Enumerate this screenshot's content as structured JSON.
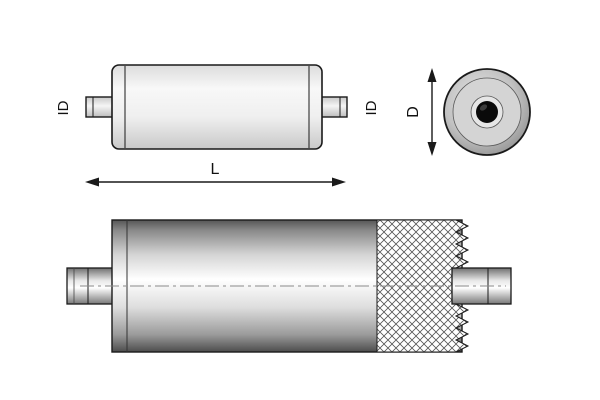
{
  "diagram": {
    "type": "technical-drawing",
    "subject": "muffler-silencer",
    "views": {
      "side_view": "muffler side elevation with inlet and outlet pipes",
      "end_view": "muffler circular end cross-section",
      "section_view": "muffler rendered section with hatched cutaway"
    },
    "labels": {
      "inlet_id": "ID",
      "outlet_id": "ID",
      "length": "L",
      "diameter": "D"
    },
    "colors": {
      "outline": "#1a1a1a",
      "background": "#ffffff",
      "body_light": "#fafafa",
      "body_mid": "#d8d8d8",
      "body_dark": "#5a5a5a",
      "hatch_line": "#555555",
      "centerline": "#8a8a8a",
      "hole": "#0a0a0a"
    }
  }
}
